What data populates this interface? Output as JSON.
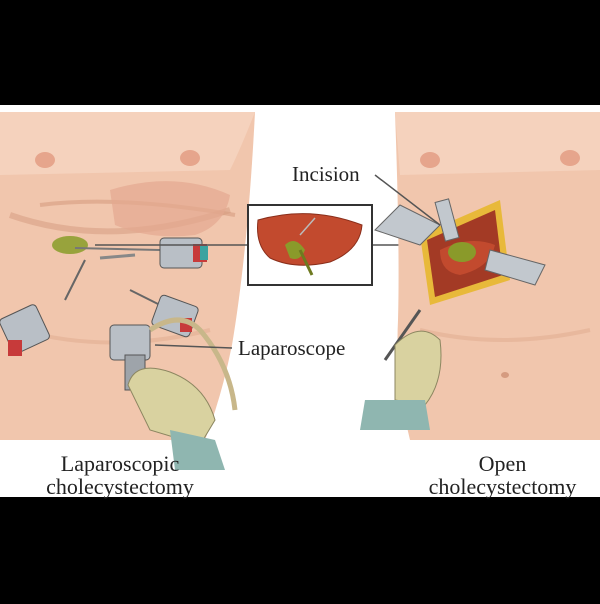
{
  "figure": {
    "labels": {
      "incision": "Incision",
      "laparoscope": "Laparoscope"
    },
    "captions": {
      "left_line1": "Laparoscopic",
      "left_line2": "cholecystectomy",
      "right_line1": "Open",
      "right_line2": "cholecystectomy"
    },
    "colors": {
      "background_band": "#000000",
      "panel": "#ffffff",
      "skin": "#f2c8b0",
      "skin_shadow": "#dfa98e",
      "liver": "#c24a2e",
      "gallbladder": "#8a9a2a",
      "instrument": "#b9bfc6",
      "glove": "#d9d2a0",
      "incision_frame": "#e8b93a"
    }
  }
}
